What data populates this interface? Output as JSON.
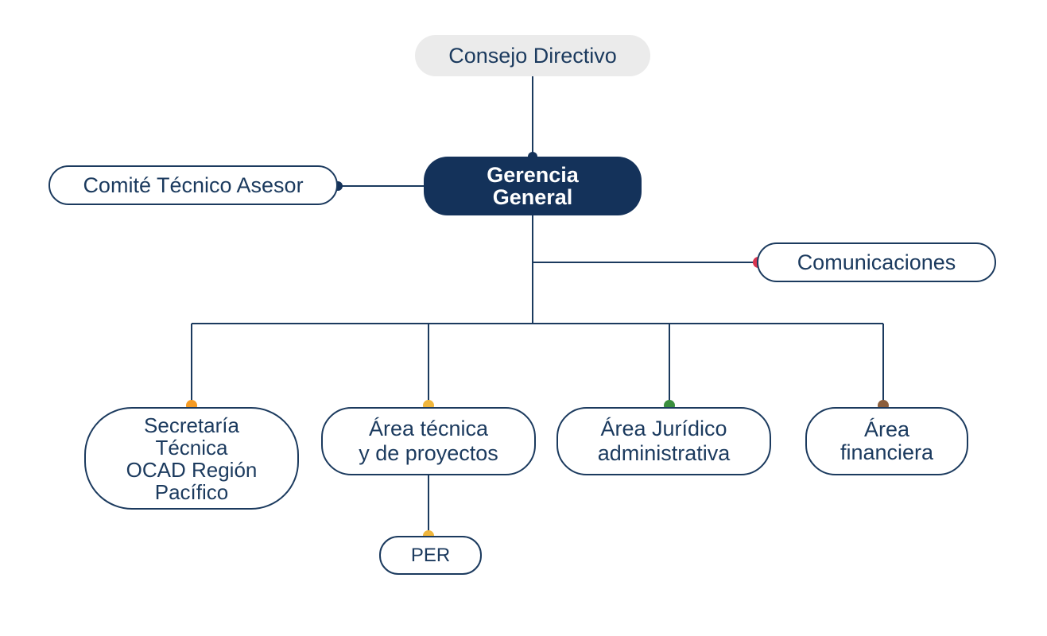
{
  "org_chart": {
    "colors": {
      "line": "#1b3a5e",
      "primary": "#14325a",
      "board_bg": "#ebebeb",
      "dot_navy": "#14325a",
      "dot_red": "#d7344f",
      "dot_orange": "#f59b24",
      "dot_gold": "#f0b63c",
      "dot_green": "#3a8f3e",
      "dot_brown": "#8b5e3c"
    },
    "nodes": {
      "board": {
        "label": "Consejo Directivo"
      },
      "general_management": {
        "label": "Gerencia\nGeneral"
      },
      "advisory_committee": {
        "label": "Comité Técnico Asesor"
      },
      "communications": {
        "label": "Comunicaciones"
      },
      "technical_secretariat": {
        "label": "Secretaría\nTécnica\nOCAD Región\nPacífico"
      },
      "technical_area": {
        "label": "Área técnica\ny de proyectos"
      },
      "legal_admin_area": {
        "label": "Área Jurídico\nadministrativa"
      },
      "financial_area": {
        "label": "Área\nfinanciera"
      },
      "per": {
        "label": "PER"
      }
    },
    "edges": [
      {
        "from": "board",
        "to": "general_management"
      },
      {
        "from": "general_management",
        "to": "advisory_committee"
      },
      {
        "from": "general_management",
        "to": "communications"
      },
      {
        "from": "general_management",
        "to": "technical_secretariat"
      },
      {
        "from": "general_management",
        "to": "technical_area"
      },
      {
        "from": "general_management",
        "to": "legal_admin_area"
      },
      {
        "from": "general_management",
        "to": "financial_area"
      },
      {
        "from": "technical_area",
        "to": "per"
      }
    ]
  }
}
